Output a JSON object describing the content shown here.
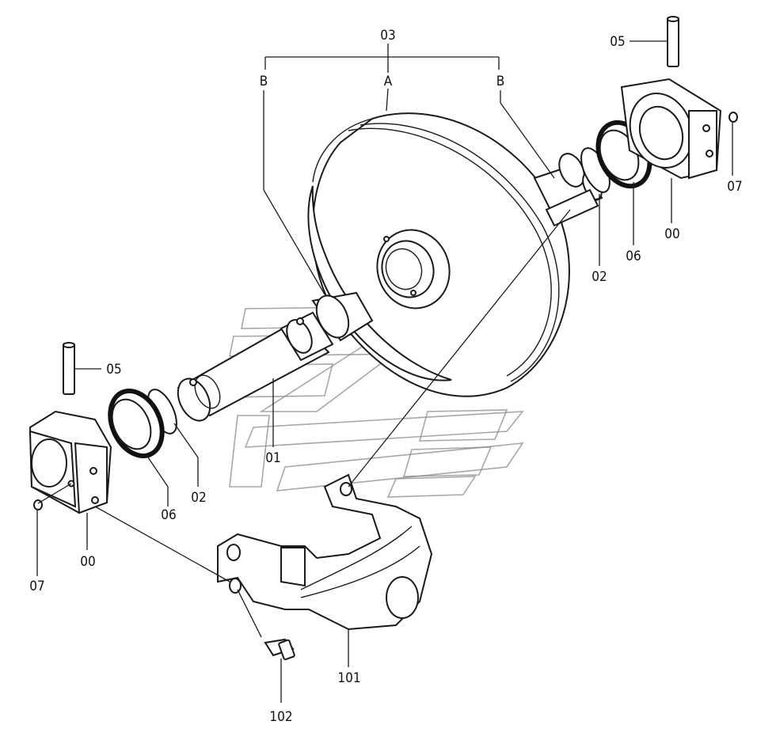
{
  "callouts": {
    "c03": "03",
    "cA": "A",
    "cB_left": "B",
    "cB_right": "B",
    "c05_top": "05",
    "c05_left": "05",
    "c07_right": "07",
    "c07_left": "07",
    "c00_right": "00",
    "c00_left": "00",
    "c06_right": "06",
    "c06_left": "06",
    "c02_right": "02",
    "c02_left": "02",
    "c01": "01",
    "c101": "101",
    "c102": "102"
  }
}
